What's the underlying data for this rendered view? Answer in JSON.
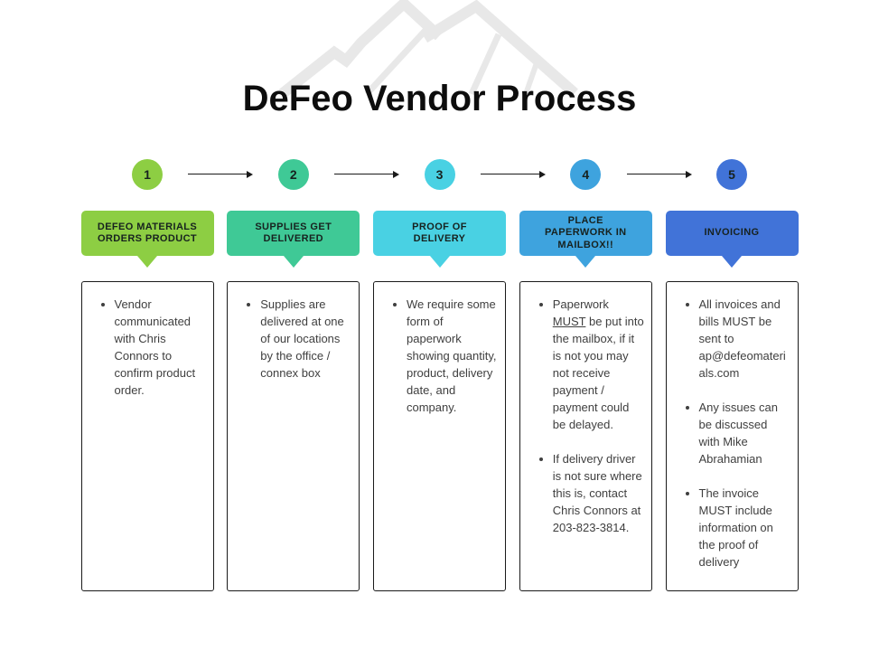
{
  "title": "DeFeo Vendor Process",
  "colors": {
    "mountain": "#e8e8e8",
    "arrow": "#1a1a1a",
    "box_border": "#1a1a1a",
    "header_text": "#17221f",
    "circle_text": "#17221f",
    "body_text": "#3f3f3f",
    "title_text": "#0d0d0d"
  },
  "steps": [
    {
      "number": "1",
      "color": "#8dce43",
      "header": "DEFEO MATERIALS\nORDERS PRODUCT",
      "bullets": [
        "Vendor communicated with Chris Connors to confirm product order."
      ]
    },
    {
      "number": "2",
      "color": "#3fc996",
      "header": "SUPPLIES GET\nDELIVERED",
      "bullets": [
        "Supplies are delivered at one of our locations by the office / connex box"
      ]
    },
    {
      "number": "3",
      "color": "#49d1e3",
      "header": "PROOF OF\nDELIVERY",
      "bullets": [
        "We require some form of paperwork showing quantity, product, delivery date, and company."
      ]
    },
    {
      "number": "4",
      "color": "#3ea3de",
      "header": "PLACE\nPAPERWORK IN\nMAILBOX!!",
      "bullets": [
        {
          "pre": "Paperwork ",
          "underline": "MUST",
          "post": " be put into the mailbox, if it is not you may not receive payment / payment could be delayed."
        },
        "If delivery driver is not sure where this is, contact Chris Connors at 203-823-3814."
      ]
    },
    {
      "number": "5",
      "color": "#4173d8",
      "header": "INVOICING",
      "bullets": [
        "All invoices and bills MUST be sent to ap@defeomaterials.com",
        "Any issues can be discussed with Mike Abrahamian",
        "The invoice MUST include information on the proof of delivery"
      ]
    }
  ]
}
